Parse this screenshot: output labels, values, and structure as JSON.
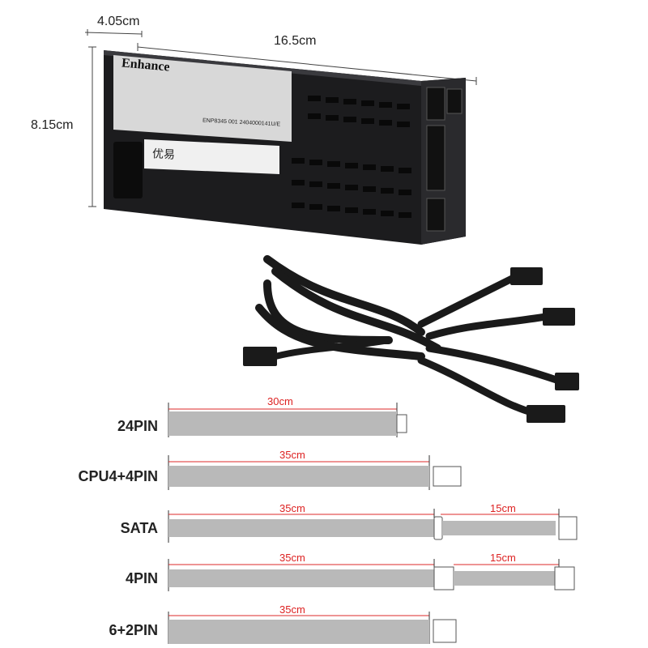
{
  "dimensions": {
    "depth": "4.05cm",
    "length": "16.5cm",
    "height": "8.15cm"
  },
  "psu": {
    "brand": "Enhance",
    "sticker_text": "优易",
    "serial": "ENP8345 001 2404000141U/E"
  },
  "cables": [
    {
      "name": "24PIN",
      "length1": "30cm"
    },
    {
      "name": "CPU4+4PIN",
      "length1": "35cm"
    },
    {
      "name": "SATA",
      "length1": "35cm",
      "length2": "15cm"
    },
    {
      "name": "4PIN",
      "length1": "35cm",
      "length2": "15cm"
    },
    {
      "name": "6+2PIN",
      "length1": "35cm"
    }
  ],
  "colors": {
    "cable_gray": "#b9b9b9",
    "measure_red": "#dd2a2a",
    "psu_black": "#1c1c1e"
  }
}
